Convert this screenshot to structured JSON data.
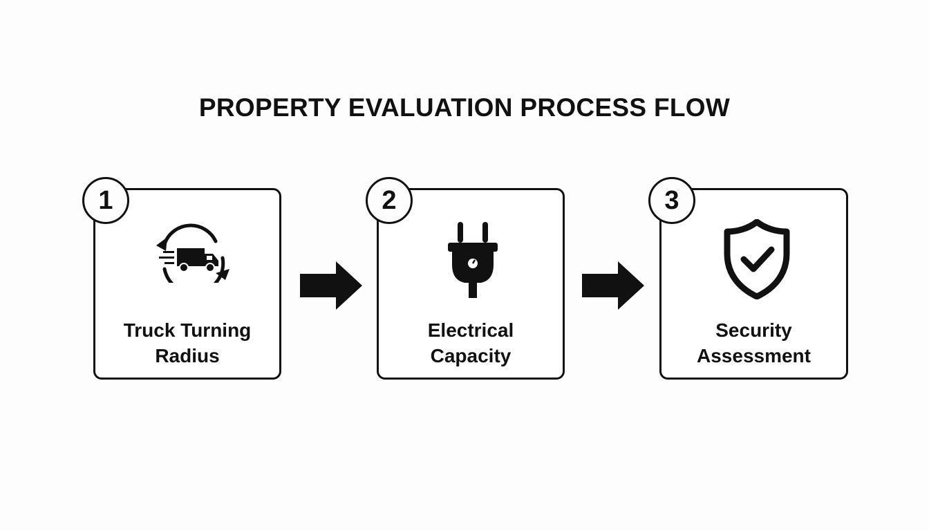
{
  "title": "PROPERTY EVALUATION PROCESS FLOW",
  "steps": [
    {
      "number": "1",
      "line1": "Truck Turning",
      "line2": "Radius",
      "icon": "truck-turning-icon"
    },
    {
      "number": "2",
      "line1": "Electrical",
      "line2": "Capacity",
      "icon": "electrical-plug-icon"
    },
    {
      "number": "3",
      "line1": "Security",
      "line2": "Assessment",
      "icon": "shield-check-icon"
    }
  ],
  "colors": {
    "ink": "#111111",
    "background": "#fdfdfd"
  }
}
